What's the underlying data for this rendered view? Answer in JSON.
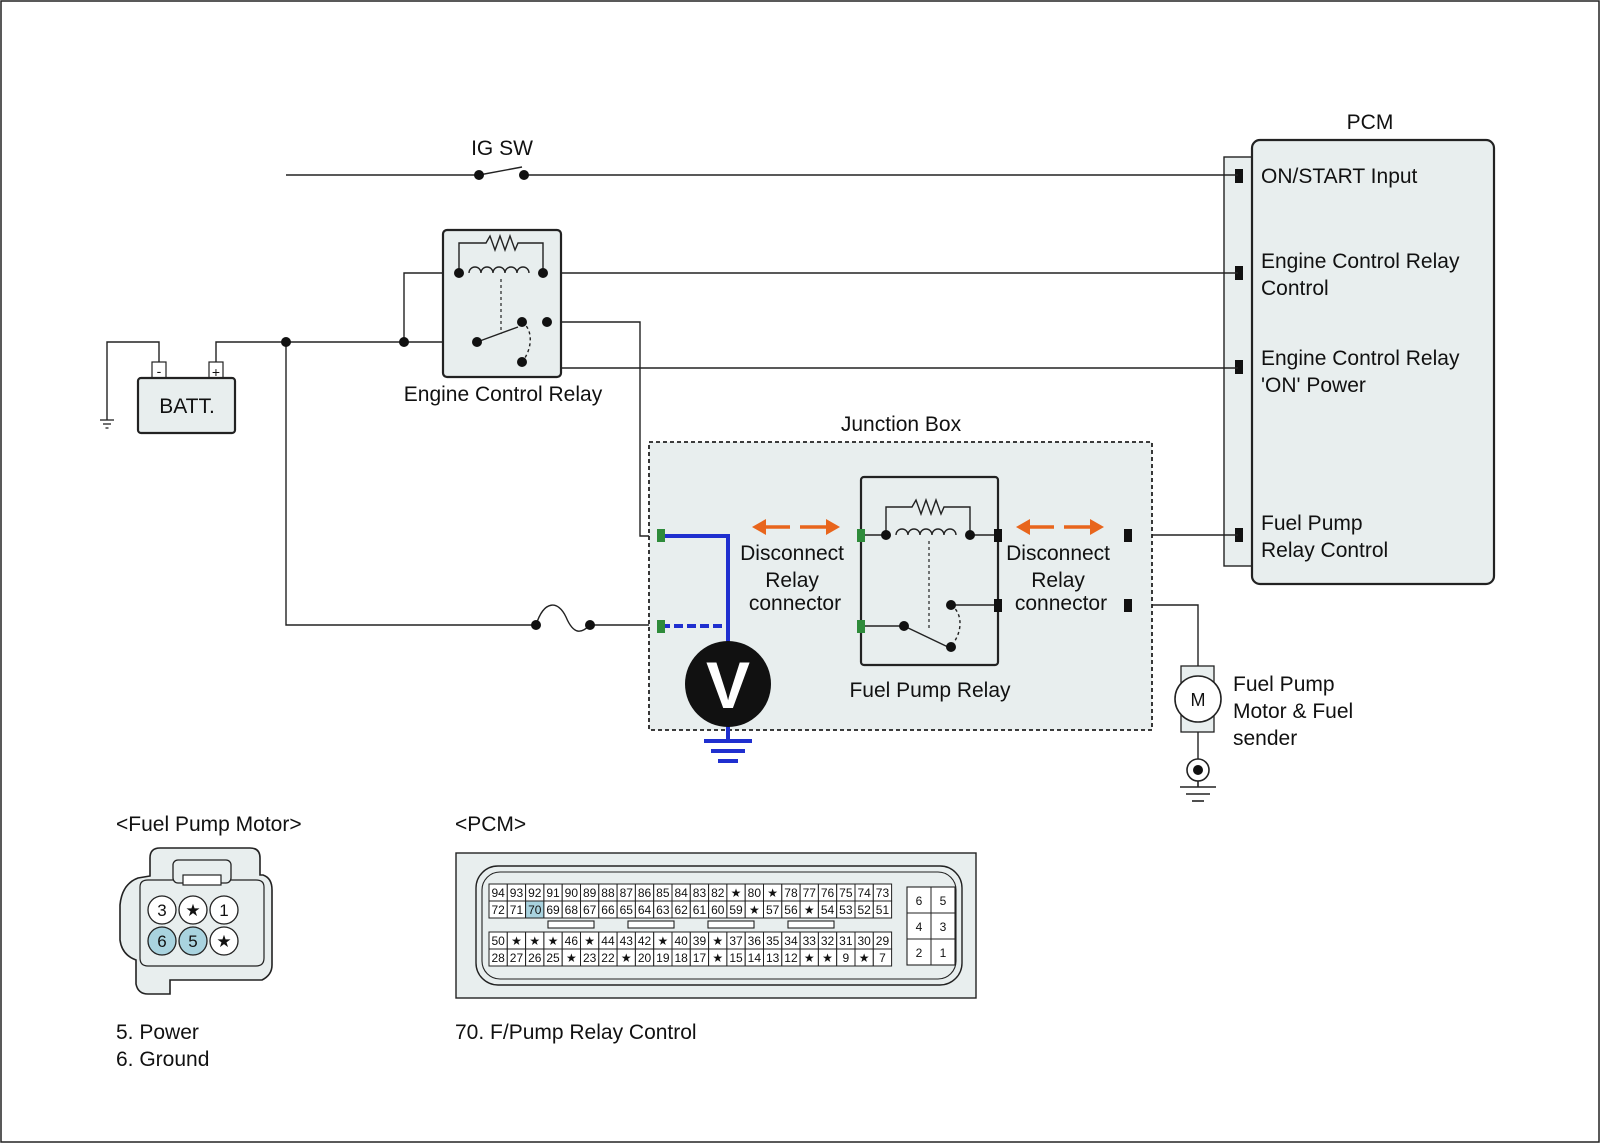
{
  "labels": {
    "ig_sw": "IG SW",
    "pcm": "PCM",
    "batt": "BATT.",
    "batt_neg": "-",
    "batt_pos": "+",
    "engine_control_relay": "Engine Control Relay",
    "junction_box": "Junction Box",
    "disconnect_left": [
      "Disconnect",
      "Relay",
      "connector"
    ],
    "disconnect_right": [
      "Disconnect",
      "Relay",
      "connector"
    ],
    "fuel_pump_relay": "Fuel Pump Relay",
    "voltmeter": "V",
    "motor": "M",
    "fuel_pump_motor": [
      "Fuel Pump",
      "Motor & Fuel",
      "sender"
    ]
  },
  "pcm_pins": [
    [
      "ON/START Input"
    ],
    [
      "Engine Control Relay",
      "Control"
    ],
    [
      "Engine Control Relay",
      "'ON' Power"
    ],
    [
      "Fuel Pump",
      "Relay Control"
    ]
  ],
  "fuel_pump_motor_connector": {
    "title": "<Fuel Pump Motor>",
    "top_row": [
      "3",
      "★",
      "1"
    ],
    "bottom_row": [
      "6",
      "5",
      "★"
    ],
    "highlighted": [
      "6",
      "5"
    ],
    "legend": [
      "5. Power",
      "6. Ground"
    ]
  },
  "pcm_connector": {
    "title": "<PCM>",
    "rows": [
      [
        "94",
        "93",
        "92",
        "91",
        "90",
        "89",
        "88",
        "87",
        "86",
        "85",
        "84",
        "83",
        "82",
        "★",
        "80",
        "★",
        "78",
        "77",
        "76",
        "75",
        "74",
        "73"
      ],
      [
        "72",
        "71",
        "70",
        "69",
        "68",
        "67",
        "66",
        "65",
        "64",
        "63",
        "62",
        "61",
        "60",
        "59",
        "★",
        "57",
        "56",
        "★",
        "54",
        "53",
        "52",
        "51"
      ],
      [
        "50",
        "★",
        "★",
        "★",
        "46",
        "★",
        "44",
        "43",
        "42",
        "★",
        "40",
        "39",
        "★",
        "37",
        "36",
        "35",
        "34",
        "33",
        "32",
        "31",
        "30",
        "29"
      ],
      [
        "28",
        "27",
        "26",
        "25",
        "★",
        "23",
        "22",
        "★",
        "20",
        "19",
        "18",
        "17",
        "★",
        "15",
        "14",
        "13",
        "12",
        "★",
        "★",
        "9",
        "★",
        "7"
      ]
    ],
    "highlighted": [
      "70"
    ],
    "side_block": [
      [
        "6",
        "5"
      ],
      [
        "4",
        "3"
      ],
      [
        "2",
        "1"
      ]
    ],
    "legend": "70. F/Pump Relay Control"
  },
  "colors": {
    "panel": "#e8eeee",
    "measure_wire": "#1f2fcf",
    "arrow": "#e8651c",
    "terminal": "#2e8b3a",
    "highlight": "#a9d3df"
  }
}
